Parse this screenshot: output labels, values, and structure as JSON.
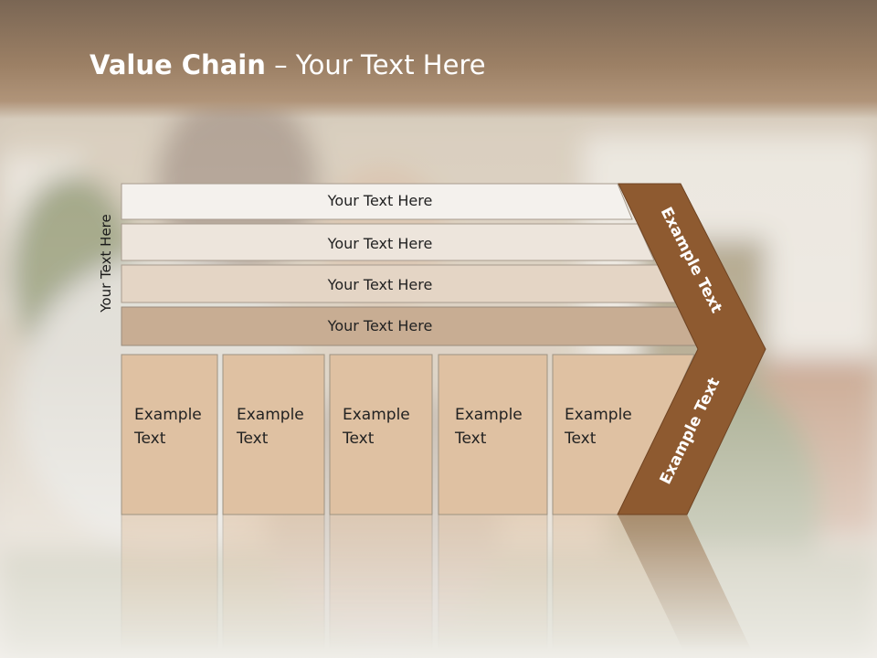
{
  "title": {
    "bold": "Value Chain",
    "rest": " – Your Text Here"
  },
  "side_label": "Your Text Here",
  "rows": [
    {
      "label": "Your Text Here"
    },
    {
      "label": "Your Text Here"
    },
    {
      "label": "Your Text Here"
    },
    {
      "label": "Your Text Here"
    }
  ],
  "columns": [
    {
      "line1": "Example",
      "line2": "Text"
    },
    {
      "line1": "Example",
      "line2": "Text"
    },
    {
      "line1": "Example",
      "line2": "Text"
    },
    {
      "line1": "Example",
      "line2": "Text"
    },
    {
      "line1": "Example",
      "line2": "Text"
    }
  ],
  "chevron": {
    "upper": "Example Text",
    "lower": "Example Text"
  },
  "colors": {
    "title_band": "#8c725c",
    "row_fills": [
      "#f4f1ed",
      "#ede5dc",
      "#e4d5c5",
      "#c8ad93"
    ],
    "column_fill": "#dfc1a2",
    "chevron_fill": "#8e5a30",
    "chevron_stroke": "#6e4322"
  }
}
